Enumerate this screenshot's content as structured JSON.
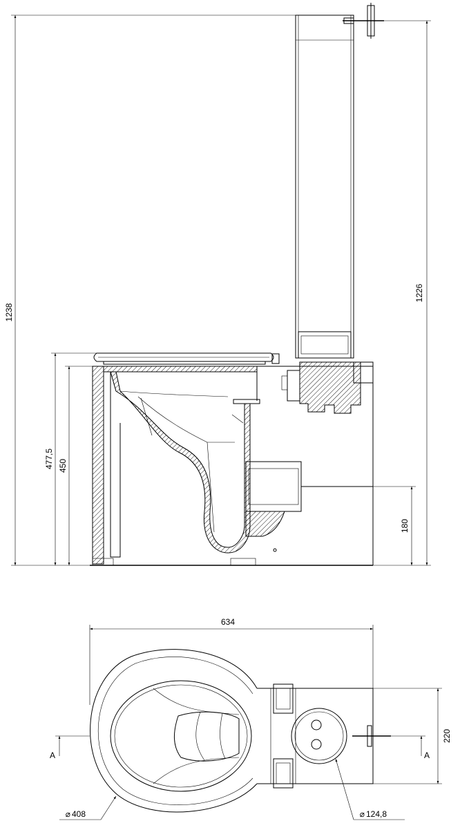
{
  "dimensions": {
    "total_height": "1238",
    "tank_height": "1226",
    "seat_height": "477,5",
    "bowl_height": "450",
    "outlet_height": "180",
    "total_length": "634",
    "width": "220",
    "bowl_diameter": "408",
    "tank_port_diameter": "124,8"
  },
  "section": {
    "left_marker": "A",
    "right_marker": "A"
  },
  "symbols": {
    "diameter": "⌀"
  }
}
